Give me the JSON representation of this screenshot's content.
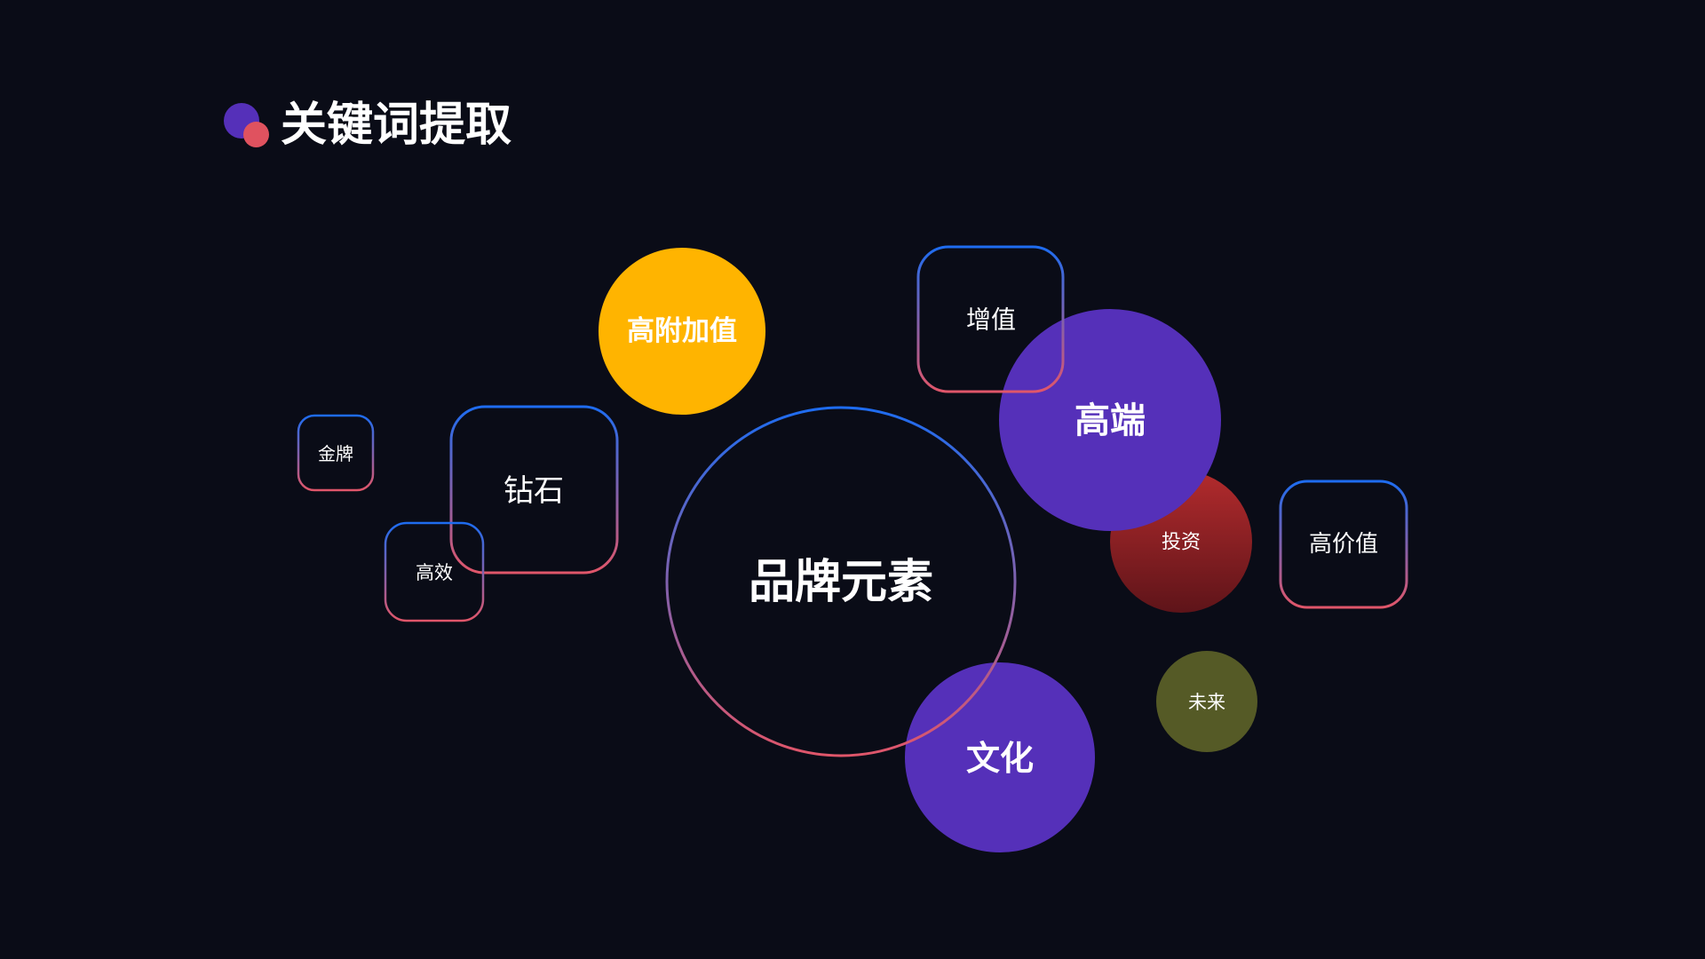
{
  "header": {
    "title": "关键词提取"
  },
  "keywords": {
    "center": "品牌元素",
    "high_value_added": "高附加值",
    "value_added": "增值",
    "high_end": "高端",
    "investment": "投资",
    "high_value": "高价值",
    "future": "未来",
    "culture": "文化",
    "diamond": "钻石",
    "gold_medal": "金牌",
    "efficient": "高效"
  },
  "colors": {
    "background": "#0a0c17",
    "purple": "#5530b9",
    "yellow": "#ffb400",
    "red_top": "#b32b2d",
    "red_bottom": "#5e1419",
    "olive": "#555a26",
    "gradient_blue": "#1e6cf0",
    "gradient_pink": "#e0566a"
  }
}
